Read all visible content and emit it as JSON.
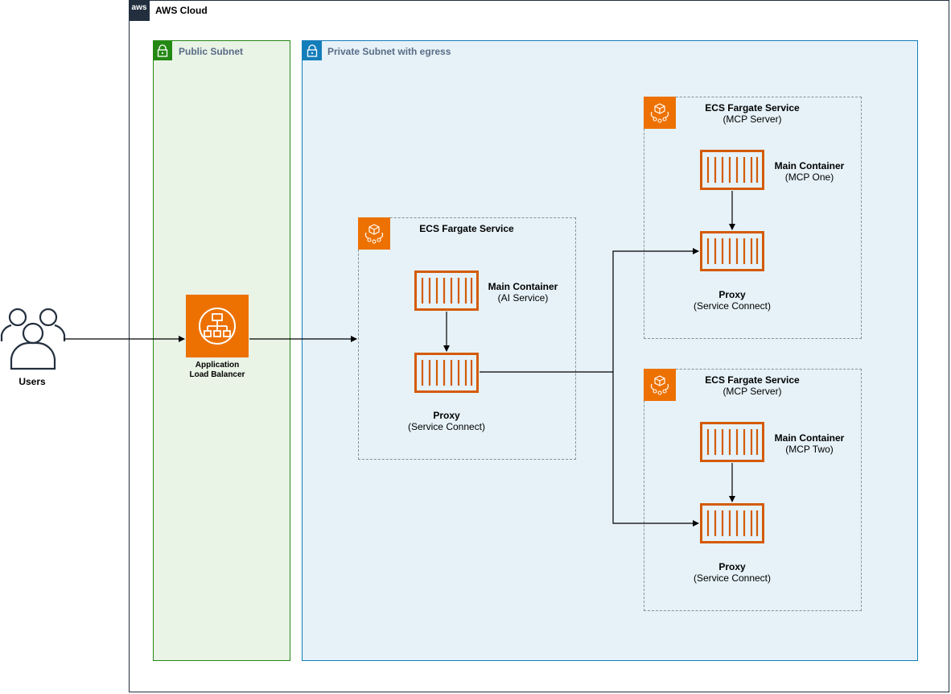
{
  "cloud": {
    "logo": "aws",
    "title": "AWS Cloud"
  },
  "public_subnet": {
    "title": "Public Subnet",
    "icon": "lock-icon"
  },
  "private_subnet": {
    "title": "Private Subnet with egress",
    "icon": "lock-icon"
  },
  "users": {
    "label": "Users",
    "icon": "users-icon"
  },
  "alb": {
    "label_line1": "Application",
    "label_line2": "Load Balancer",
    "icon": "load-balancer-icon"
  },
  "ai_service": {
    "title": "ECS Fargate Service",
    "main_title": "Main Container",
    "main_sub": "(AI Service)",
    "proxy_title": "Proxy",
    "proxy_sub": "(Service Connect)"
  },
  "mcp_one": {
    "title": "ECS Fargate Service",
    "subtitle": "(MCP Server)",
    "main_title": "Main Container",
    "main_sub": "(MCP One)",
    "proxy_title": "Proxy",
    "proxy_sub": "(Service Connect)"
  },
  "mcp_two": {
    "title": "ECS Fargate Service",
    "subtitle": "(MCP Server)",
    "main_title": "Main Container",
    "main_sub": "(MCP Two)",
    "proxy_title": "Proxy",
    "proxy_sub": "(Service Connect)"
  },
  "colors": {
    "aws_dark": "#232f3e",
    "public_border": "#248814",
    "public_fill": "#e9f3e6",
    "private_border": "#147eba",
    "private_fill": "#e6f2f8",
    "compute_orange": "#ed7100",
    "container_orange": "#d45b07"
  }
}
